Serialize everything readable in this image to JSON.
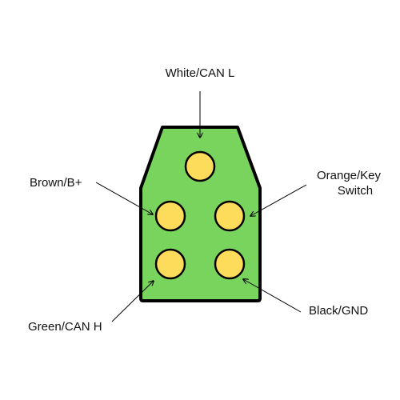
{
  "connector": {
    "body_color": "#79D45E",
    "outline_color": "#000000",
    "pin_color": "#FDDC5C"
  },
  "labels": {
    "white_can_l": "White/CAN L",
    "brown_b_plus": "Brown/B+",
    "orange_key_line1": "Orange/Key",
    "orange_key_line2": "Switch",
    "green_can_h": "Green/CAN H",
    "black_gnd": "Black/GND"
  }
}
